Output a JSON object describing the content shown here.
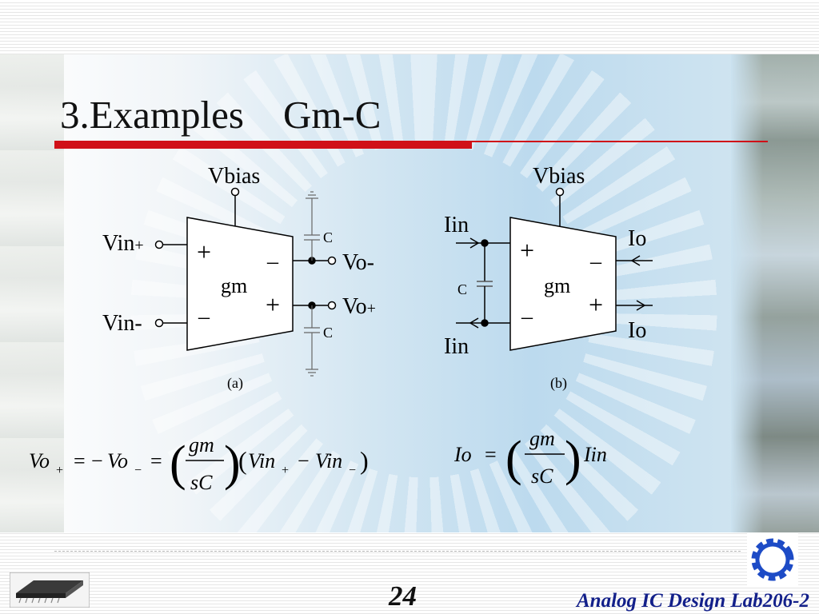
{
  "slide": {
    "title": "3.Examples　Gm-C",
    "page_number": "24",
    "footer": "Analog IC Design Lab206-2"
  },
  "circuit_a": {
    "vbias": "Vbias",
    "in_plus": "Vin",
    "in_plus_sub": "+",
    "in_minus": "Vin-",
    "plus_sign": "+",
    "minus_sign": "–",
    "gm": "gm",
    "cap_top": "C",
    "cap_bottom": "C",
    "out_minus": "Vo-",
    "out_plus": "Vo",
    "out_plus_sub": "+",
    "caption": "(a)"
  },
  "circuit_b": {
    "vbias": "Vbias",
    "iin_top": "Iin",
    "iin_bottom": "Iin",
    "cap": "C",
    "plus_sign": "+",
    "minus_sign": "–",
    "gm": "gm",
    "io_top": "Io",
    "io_bottom": "Io",
    "caption": "(b)"
  },
  "equation_a": {
    "vo": "Vo",
    "plus_sub": "+",
    "minus_sub": "−",
    "equals": "=",
    "neg": "−",
    "num": "gm",
    "den": "sC",
    "vin": "Vin",
    "minus_op": "−",
    "open_paren": "(",
    "close_paren": ")"
  },
  "equation_b": {
    "io": "Io",
    "equals": "=",
    "num": "gm",
    "den": "sC",
    "iin": "Iin"
  }
}
